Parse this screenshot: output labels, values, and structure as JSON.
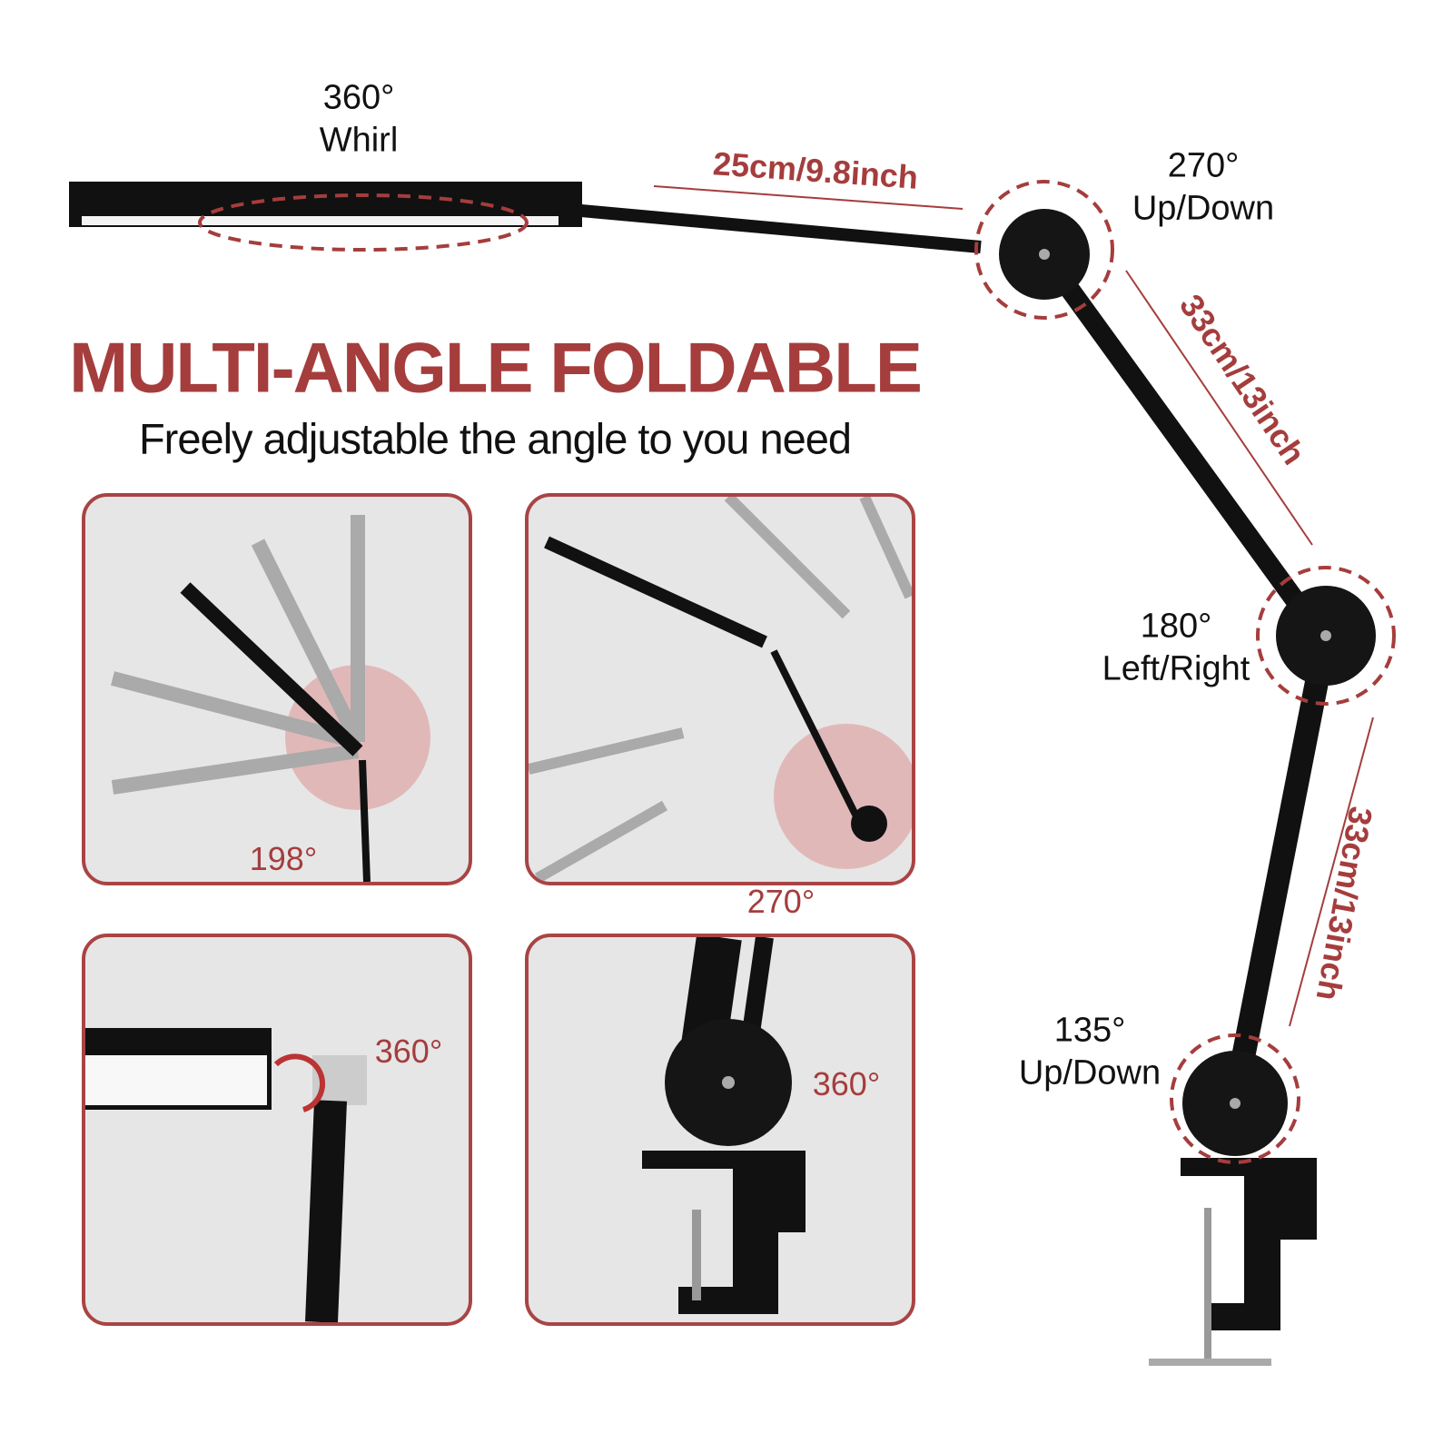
{
  "colors": {
    "accent": "#a53d3d",
    "panel_bg": "#e6e6e6",
    "lamp": "#111111"
  },
  "top": {
    "whirl_angle": "360°",
    "whirl_label": "Whirl",
    "arm1_length": "25cm/9.8inch",
    "joint1_angle": "270°",
    "joint1_label": "Up/Down",
    "arm2_length": "33cm/13inch"
  },
  "title": "MULTI-ANGLE FOLDABLE",
  "subtitle": "Freely adjustable the angle to you need",
  "panels": [
    {
      "angle": "198°"
    },
    {
      "angle": "270°"
    },
    {
      "angle": "360°"
    },
    {
      "angle": "360°"
    }
  ],
  "right": {
    "joint2_angle": "180°",
    "joint2_label": "Left/Right",
    "arm3_length": "33cm/13inch",
    "joint3_angle": "135°",
    "joint3_label": "Up/Down"
  }
}
